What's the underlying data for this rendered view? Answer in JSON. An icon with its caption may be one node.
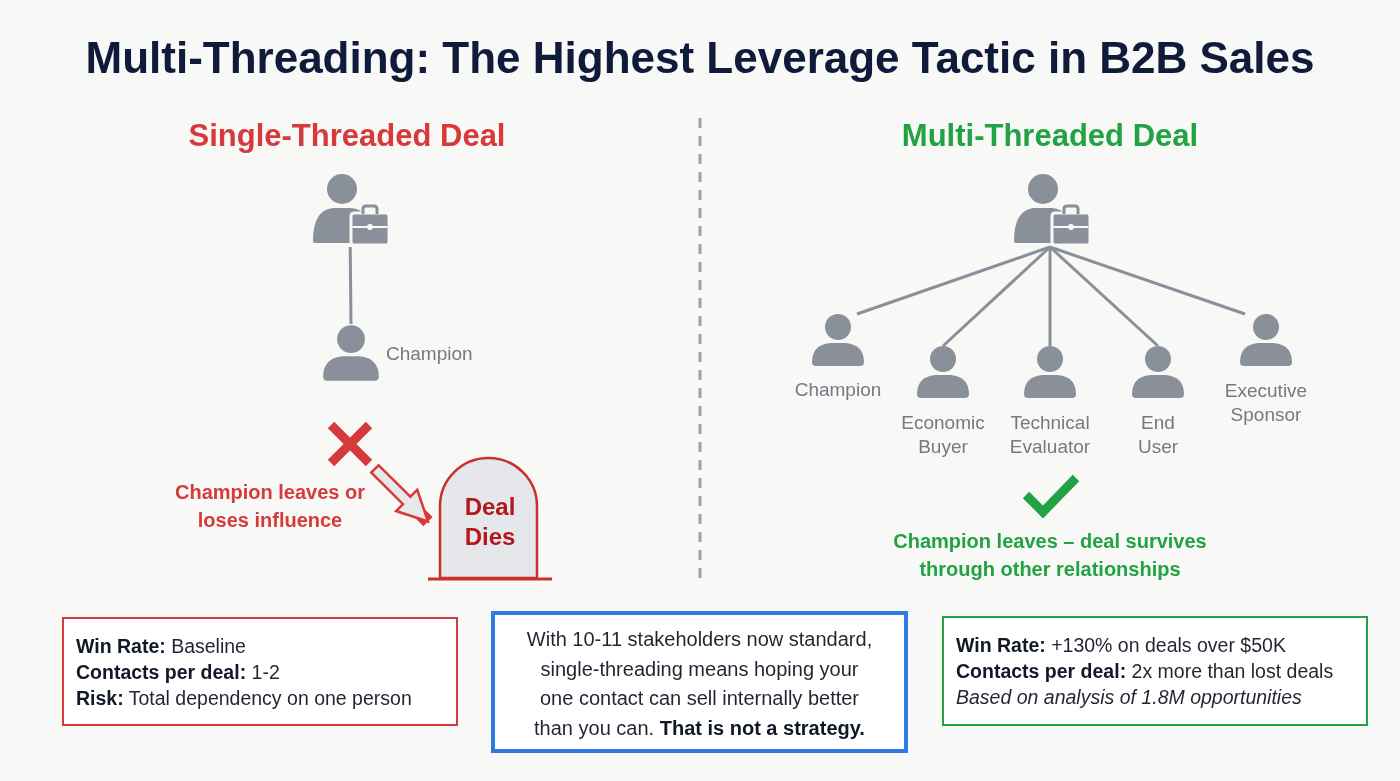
{
  "diagram": {
    "title": "Multi-Threading: The Highest Leverage Tactic in B2B Sales",
    "nodes": [
      {
        "text": [],
        "shape": "person"
      },
      {
        "text": [],
        "shape": "person",
        "beside": [
          "Champion"
        ]
      },
      {
        "text": [],
        "shape": "cross",
        "beside": [
          "Champion leaves or loses influence"
        ]
      },
      {
        "text": [
          "Deal Dies"
        ]
      },
      {
        "text": [],
        "shape": "person"
      },
      {
        "text": [],
        "shape": "person",
        "beside": [
          "Champion"
        ]
      },
      {
        "text": [],
        "shape": "person",
        "beside": [
          "Economic Buyer"
        ]
      },
      {
        "text": [],
        "shape": "person",
        "beside": [
          "Technical Evaluator"
        ]
      },
      {
        "text": [],
        "shape": "person",
        "beside": [
          "End User"
        ]
      },
      {
        "text": [],
        "shape": "person",
        "beside": [
          "Executive Sponsor"
        ]
      },
      {
        "text": [
          "**Win Rate:** Baseline",
          "**Contacts per deal:** 1-2",
          "**Risk:** Total dependency on one person"
        ]
      },
      {
        "text": [
          "With 10-11 stakeholders now standard, single-threading means hoping your one contact can sell internally better than you can. **That is not a strategy.**"
        ]
      },
      {
        "text": [
          "**Win Rate:** +130% on deals over $50K",
          "**Contacts per deal:** 2x more than lost deals",
          "Based on analysis of 1.8M opportunities"
        ]
      }
    ],
    "edges": [
      {
        "from": 0,
        "to": 1,
        "arrow": "none"
      },
      {
        "from": 2,
        "to": 3,
        "arrow": "to",
        "style": "thick",
        "color": "#d63a3a"
      },
      {
        "from": 4,
        "to": 5,
        "arrow": "none"
      },
      {
        "from": 4,
        "to": 6,
        "arrow": "none"
      },
      {
        "from": 4,
        "to": 7,
        "arrow": "none"
      },
      {
        "from": 4,
        "to": 8,
        "arrow": "none"
      },
      {
        "from": 4,
        "to": 9,
        "arrow": "none"
      }
    ],
    "labels": [
      "Single-Threaded Deal",
      "Multi-Threaded Deal",
      "Champion leaves – deal survives through other relationships"
    ]
  }
}
